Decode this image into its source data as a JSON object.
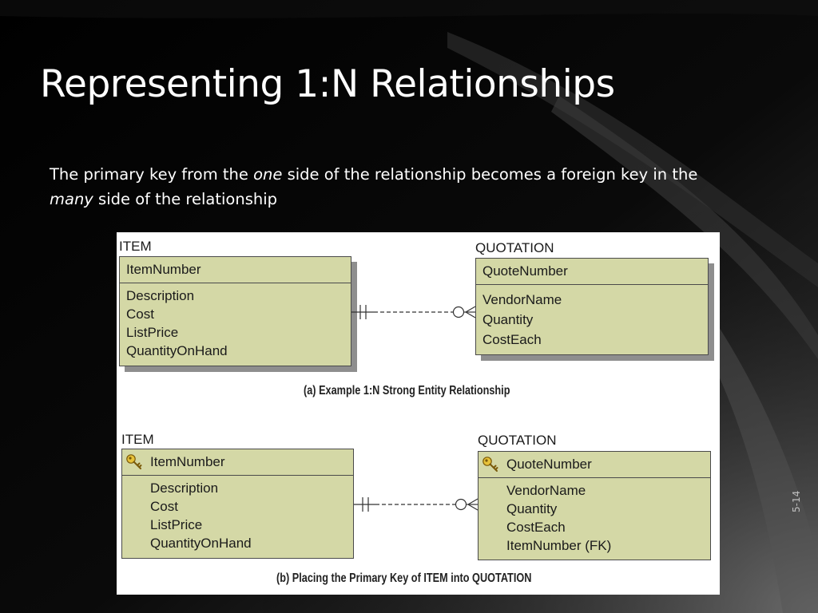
{
  "slide": {
    "title": "Representing 1:N Relationships",
    "body_parts": {
      "p1": "The primary key from the ",
      "p1_em": "one",
      "p2": " side of the relationship becomes a foreign key in the ",
      "p2_em": "many",
      "p3": " side of the relationship"
    },
    "page_number": "5-14"
  },
  "figure": {
    "part_a": {
      "left_entity": {
        "name": "ITEM",
        "key": "ItemNumber",
        "attributes": [
          "Description",
          "Cost",
          "ListPrice",
          "QuantityOnHand"
        ]
      },
      "right_entity": {
        "name": "QUOTATION",
        "key": "QuoteNumber",
        "attributes": [
          "VendorName",
          "Quantity",
          "CostEach"
        ]
      },
      "relationship": "one-mandatory to many-optional",
      "caption": "(a) Example 1:N Strong Entity Relationship"
    },
    "part_b": {
      "left_entity": {
        "name": "ITEM",
        "key": "ItemNumber",
        "key_icon": "key-icon",
        "attributes": [
          "Description",
          "Cost",
          "ListPrice",
          "QuantityOnHand"
        ]
      },
      "right_entity": {
        "name": "QUOTATION",
        "key": "QuoteNumber",
        "key_icon": "key-icon",
        "attributes": [
          "VendorName",
          "Quantity",
          "CostEach",
          "ItemNumber (FK)"
        ]
      },
      "relationship": "one-mandatory to many-optional",
      "caption": "(b) Placing the Primary Key of ITEM into QUOTATION"
    }
  },
  "colors": {
    "entity_fill": "#d4d8a6",
    "entity_border": "#4a4a4a",
    "slide_background": "#000000",
    "text": "#ffffff"
  }
}
